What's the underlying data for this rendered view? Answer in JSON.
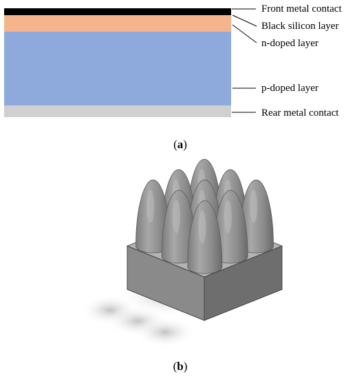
{
  "panel_a": {
    "labels": {
      "front_metal_contact": "Front metal contact",
      "black_silicon_layer": "Black silicon layer",
      "n_doped_layer": "n-doped layer",
      "p_doped_layer": "p-doped layer",
      "rear_metal_contact": "Rear metal contact"
    },
    "caption_open": "(",
    "caption_letter": "a",
    "caption_close": ")",
    "colors": {
      "front_contact": "#000000",
      "black_silicon": "#f6b48c",
      "n_doped": "#8eaadc",
      "p_doped": "#8eaadc",
      "rear_contact": "#d0d0d0"
    }
  },
  "panel_b": {
    "caption_open": "(",
    "caption_letter": "b",
    "caption_close": ")",
    "grid": [
      3,
      3
    ]
  }
}
